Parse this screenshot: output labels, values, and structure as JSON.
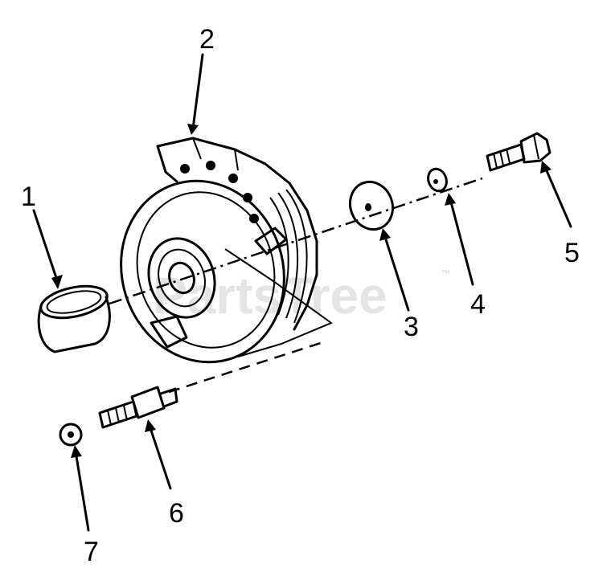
{
  "diagram": {
    "watermark": "PartsTree",
    "trademark": "™",
    "callouts": [
      {
        "id": "1",
        "label": "1"
      },
      {
        "id": "2",
        "label": "2"
      },
      {
        "id": "3",
        "label": "3"
      },
      {
        "id": "4",
        "label": "4"
      },
      {
        "id": "5",
        "label": "5"
      },
      {
        "id": "6",
        "label": "6"
      },
      {
        "id": "7",
        "label": "7"
      }
    ]
  }
}
